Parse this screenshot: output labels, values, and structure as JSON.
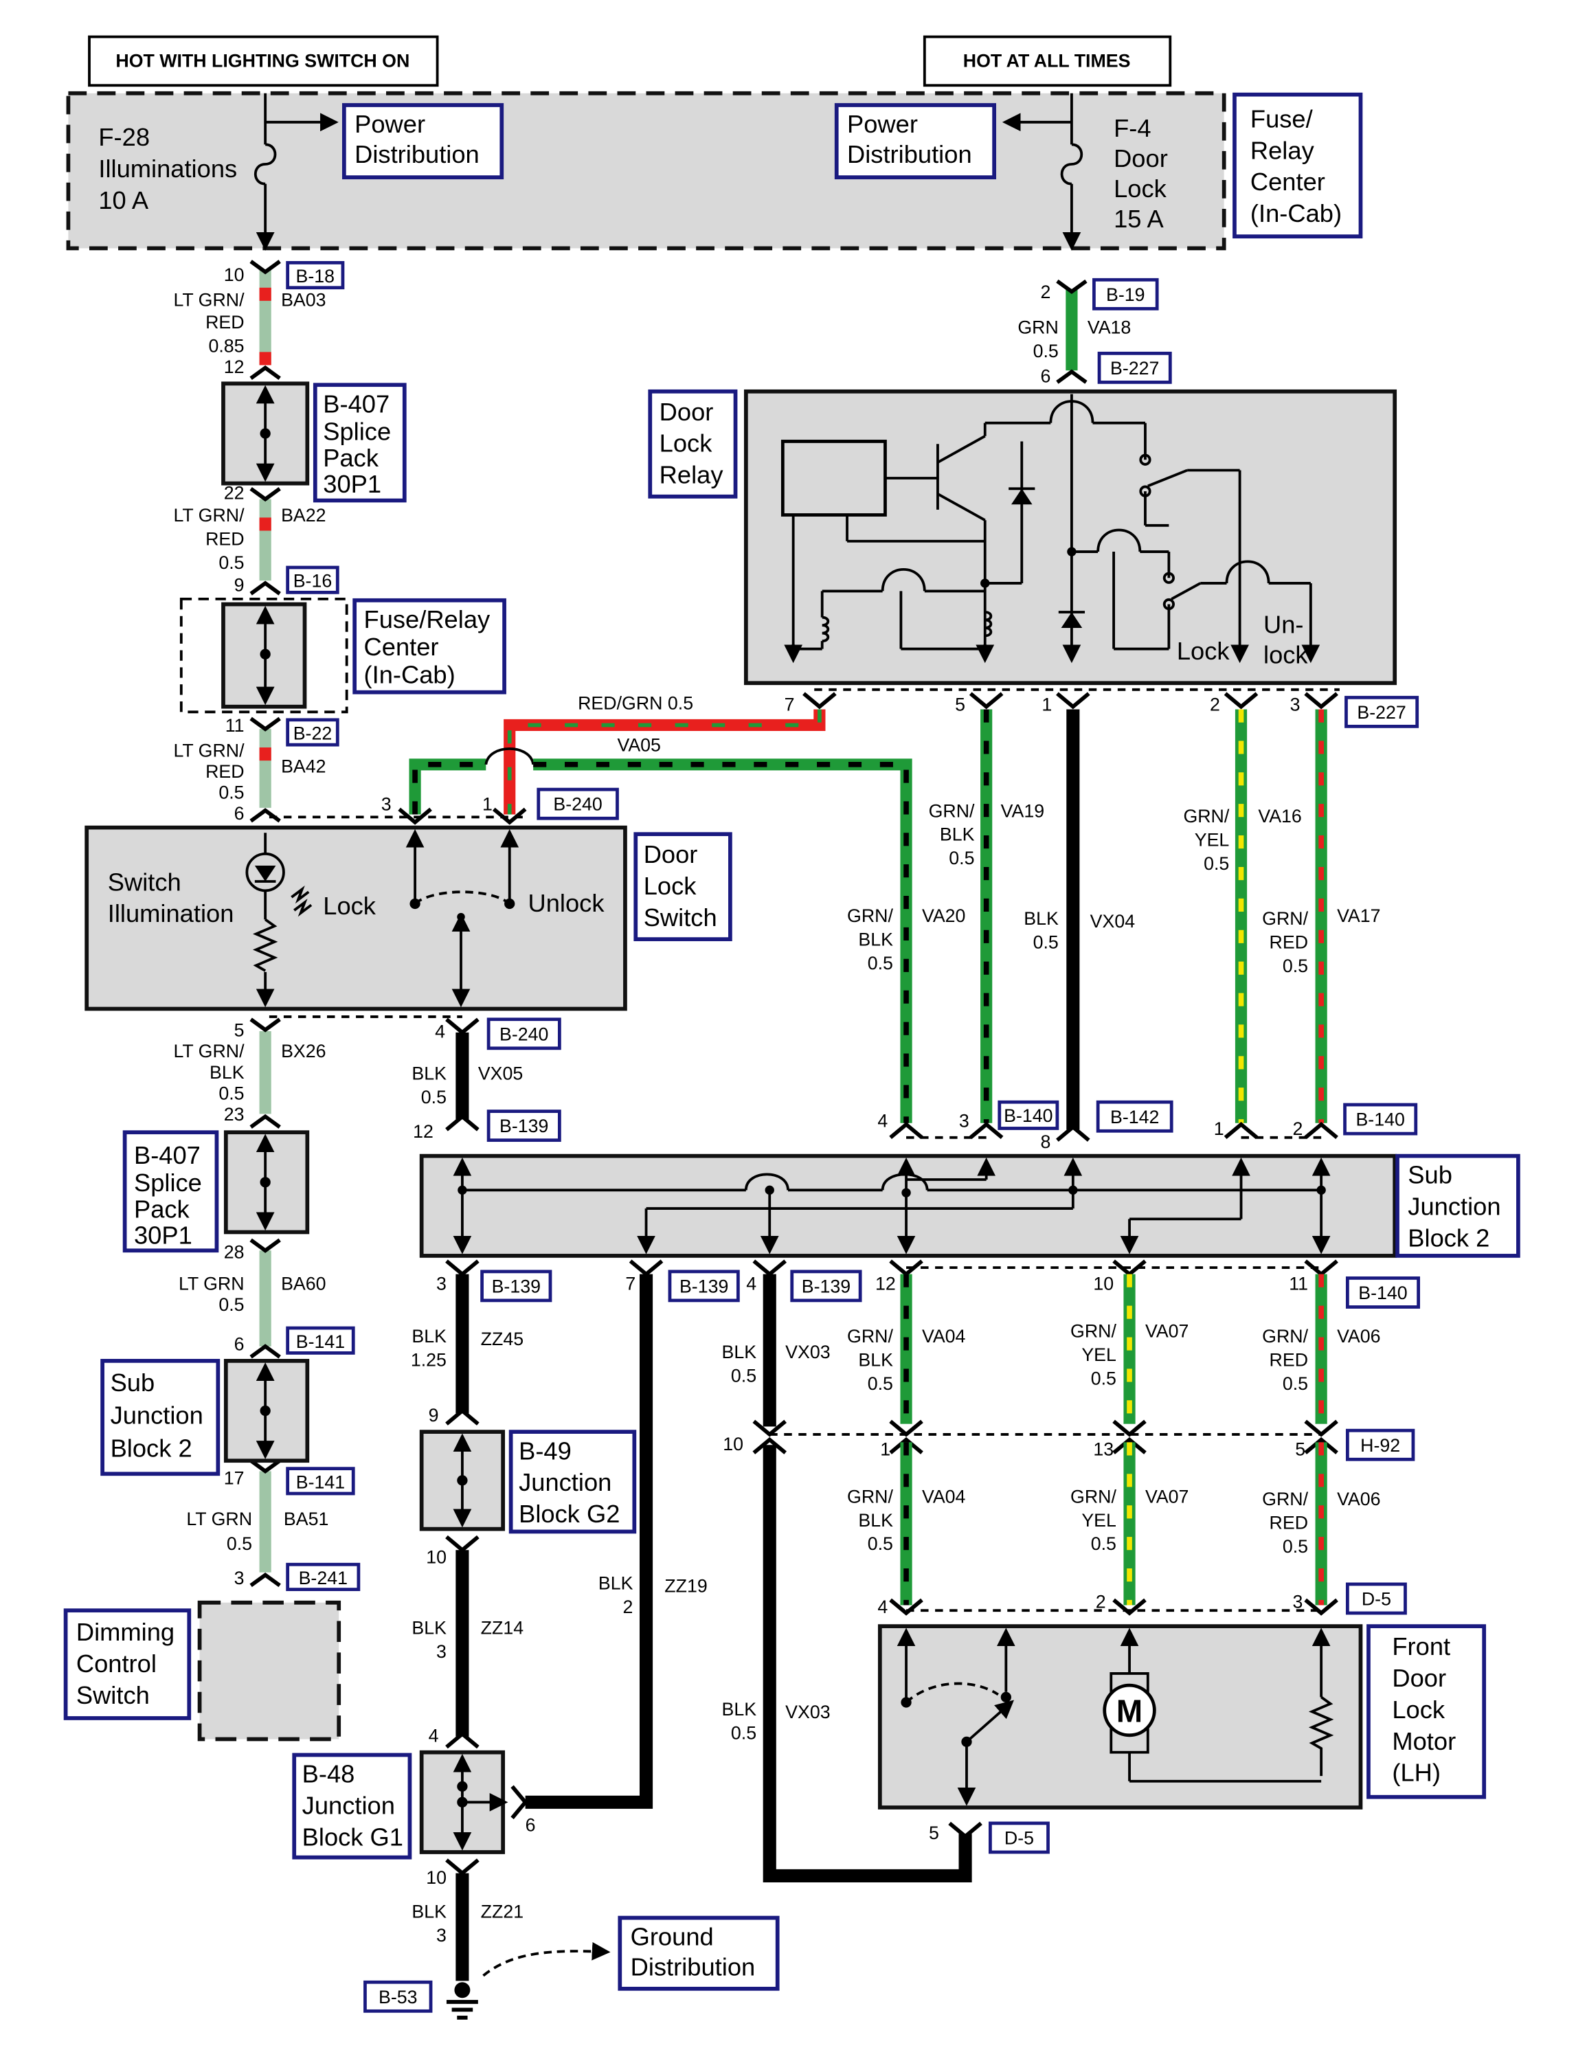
{
  "headers": {
    "left": "HOT WITH LIGHTING SWITCH ON",
    "right": "HOT AT ALL TIMES"
  },
  "fuse_relay_center": {
    "label_lines": [
      "Fuse/",
      "Relay",
      "Center",
      "(In-Cab)"
    ],
    "fuse_left_lines": [
      "F-28",
      "Illuminations",
      "10 A"
    ],
    "fuse_right_lines": [
      "F-4",
      "Door",
      "Lock",
      "15 A"
    ],
    "power_left_lines": [
      "Power",
      "Distribution"
    ],
    "power_right_lines": [
      "Power",
      "Distribution"
    ]
  },
  "components": {
    "splice_top_lines": [
      "B-407",
      "Splice",
      "Pack",
      "30P1"
    ],
    "frc_mid_lines": [
      "Fuse/Relay",
      "Center",
      "(In-Cab)"
    ],
    "door_lock_switch_lines": [
      "Door",
      "Lock",
      "Switch"
    ],
    "switch_illum_lines": [
      "Switch",
      "Illumination"
    ],
    "lock": "Lock",
    "unlock": "Unlock",
    "door_lock_relay_lines": [
      "Door",
      "Lock",
      "Relay"
    ],
    "relay_lock": "Lock",
    "relay_unlock_lines": [
      "Un-",
      "lock"
    ],
    "splice_bottom_lines": [
      "B-407",
      "Splice",
      "Pack",
      "30P1"
    ],
    "sjb_right_lines": [
      "Sub",
      "Junction",
      "Block 2"
    ],
    "sjb_left_lines": [
      "Sub",
      "Junction",
      "Block 2"
    ],
    "dimming_lines": [
      "Dimming",
      "Control",
      "Switch"
    ],
    "jb_g2_lines": [
      "B-49",
      "Junction",
      "Block G2"
    ],
    "jb_g1_lines": [
      "B-48",
      "Junction",
      "Block G1"
    ],
    "motor_lines": [
      "Front",
      "Door",
      "Lock",
      "Motor",
      "(LH)"
    ],
    "motor_symbol": "M",
    "ground_lines": [
      "Ground",
      "Distribution"
    ]
  },
  "connectors": {
    "b18": "B-18",
    "b19": "B-19",
    "b227_top": "B-227",
    "b16": "B-16",
    "b22": "B-22",
    "b240_top": "B-240",
    "b227_right": "B-227",
    "b240_bot": "B-240",
    "b139_top": "B-139",
    "b140_left": "B-140",
    "b142": "B-142",
    "b140_right": "B-140",
    "b139_a": "B-139",
    "b139_b": "B-139",
    "b139_c": "B-139",
    "b140_low": "B-140",
    "b141_a": "B-141",
    "b141_b": "B-141",
    "h92": "H-92",
    "b241": "B-241",
    "d5_top": "D-5",
    "d5_bot": "D-5",
    "b53": "B-53"
  },
  "pins": {
    "p10a": "10",
    "p12a": "12",
    "p22": "22",
    "p9a": "9",
    "p11a": "11",
    "p6a": "6",
    "p2": "2",
    "p6b": "6",
    "p7": "7",
    "p5": "5",
    "p1": "1",
    "p2b": "2",
    "p3": "3",
    "p3s": "3",
    "p1s": "1",
    "p5s": "5",
    "p23": "23",
    "p4a": "4",
    "p12b": "12",
    "p4b": "4",
    "p3b": "3",
    "p8": "8",
    "p1b": "1",
    "p2c": "2",
    "p28": "28",
    "p6c": "6",
    "p17": "17",
    "p3c": "3",
    "p3d": "3",
    "p7b": "7",
    "p4c": "4",
    "p12c": "12",
    "p10b": "10",
    "p11b": "11",
    "p9b": "9",
    "p10c": "10",
    "p10d": "10",
    "p1c": "1",
    "p13": "13",
    "p5b": "5",
    "p4d": "4",
    "p2d": "2",
    "p3e": "3",
    "p5c": "5",
    "p4e": "4",
    "p6d": "6",
    "p10e": "10"
  },
  "wires": {
    "ba03": {
      "color": "LT GRN/",
      "color2": "RED",
      "size": "0.85",
      "circuit": "BA03"
    },
    "ba22": {
      "color": "LT GRN/",
      "color2": "RED",
      "size": "0.5",
      "circuit": "BA22"
    },
    "ba42": {
      "color": "LT GRN/",
      "color2": "RED",
      "size": "0.5",
      "circuit": "BA42"
    },
    "va18": {
      "color": "GRN",
      "size": "0.5",
      "circuit": "VA18"
    },
    "redgrn": {
      "label": "RED/GRN 0.5"
    },
    "va05": {
      "circuit": "VA05"
    },
    "va19": {
      "color": "GRN/",
      "color2": "BLK",
      "size": "0.5",
      "circuit": "VA19"
    },
    "va20": {
      "color": "GRN/",
      "color2": "BLK",
      "size": "0.5",
      "circuit": "VA20"
    },
    "vx04": {
      "color": "BLK",
      "size": "0.5",
      "circuit": "VX04"
    },
    "va16": {
      "color": "GRN/",
      "color2": "YEL",
      "size": "0.5",
      "circuit": "VA16"
    },
    "va17": {
      "color": "GRN/",
      "color2": "RED",
      "size": "0.5",
      "circuit": "VA17"
    },
    "bx26": {
      "color": "LT GRN/",
      "color2": "BLK",
      "size": "0.5",
      "circuit": "BX26"
    },
    "vx05": {
      "color": "BLK",
      "size": "0.5",
      "circuit": "VX05"
    },
    "ba60": {
      "color": "LT GRN",
      "size": "0.5",
      "circuit": "BA60"
    },
    "ba51": {
      "color": "LT GRN",
      "size": "0.5",
      "circuit": "BA51"
    },
    "zz45": {
      "color": "BLK",
      "size": "1.25",
      "circuit": "ZZ45"
    },
    "zz14": {
      "color": "BLK",
      "size": "3",
      "circuit": "ZZ14"
    },
    "zz19": {
      "color": "BLK",
      "size": "2",
      "circuit": "ZZ19"
    },
    "zz21": {
      "color": "BLK",
      "size": "3",
      "circuit": "ZZ21"
    },
    "vx03a": {
      "color": "BLK",
      "size": "0.5",
      "circuit": "VX03"
    },
    "vx03b": {
      "color": "BLK",
      "size": "0.5",
      "circuit": "VX03"
    },
    "va04a": {
      "color": "GRN/",
      "color2": "BLK",
      "size": "0.5",
      "circuit": "VA04"
    },
    "va04b": {
      "color": "GRN/",
      "color2": "BLK",
      "size": "0.5",
      "circuit": "VA04"
    },
    "va07a": {
      "color": "GRN/",
      "color2": "YEL",
      "size": "0.5",
      "circuit": "VA07"
    },
    "va07b": {
      "color": "GRN/",
      "color2": "YEL",
      "size": "0.5",
      "circuit": "VA07"
    },
    "va06a": {
      "color": "GRN/",
      "color2": "RED",
      "size": "0.5",
      "circuit": "VA06"
    },
    "va06b": {
      "color": "GRN/",
      "color2": "RED",
      "size": "0.5",
      "circuit": "VA06"
    }
  },
  "colors": {
    "lt_grn": "#9fc5a6",
    "grn": "#1f9a38",
    "red": "#e8201e",
    "yel": "#f2e600",
    "blk": "#000000",
    "component_fill": "#d9d9d9",
    "box_outline": "#1a1a80"
  }
}
